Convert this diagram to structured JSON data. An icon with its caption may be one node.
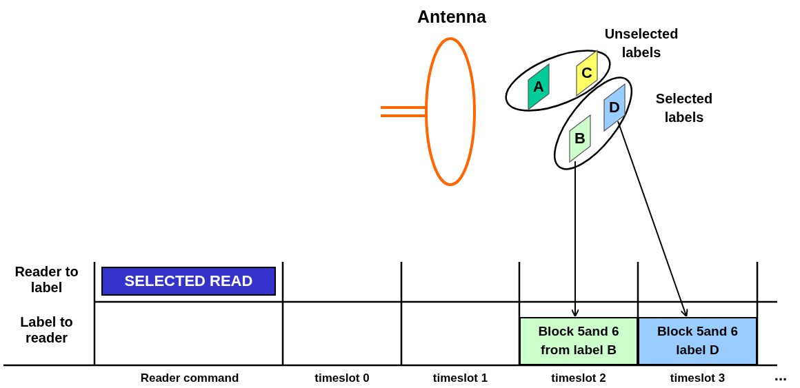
{
  "diagram": {
    "nodes": [
      {
        "text": [
          "Antenna"
        ]
      },
      {
        "text": [
          "Unselected labels"
        ]
      },
      {
        "text": [
          "A"
        ],
        "in": 1
      },
      {
        "text": [
          "C"
        ],
        "in": 1
      },
      {
        "text": [
          "Selected labels"
        ]
      },
      {
        "text": [
          "B"
        ],
        "in": 4
      },
      {
        "text": [
          "D"
        ],
        "in": 4
      },
      {
        "text": [
          "SELECTED READ"
        ]
      },
      {
        "text": [
          "Block 5and 6 from label B"
        ]
      },
      {
        "text": [
          "Block 5and 6 label D"
        ]
      }
    ],
    "edges": [
      {
        "from": 5,
        "to": 8,
        "arrow": "to"
      },
      {
        "from": 6,
        "to": 9,
        "arrow": "to"
      }
    ],
    "labels": [
      "Reader to label",
      "Label to reader",
      "Reader command",
      "timeslot 0",
      "timeslot 1",
      "timeslot 2",
      "timeslot 3",
      "..."
    ]
  }
}
